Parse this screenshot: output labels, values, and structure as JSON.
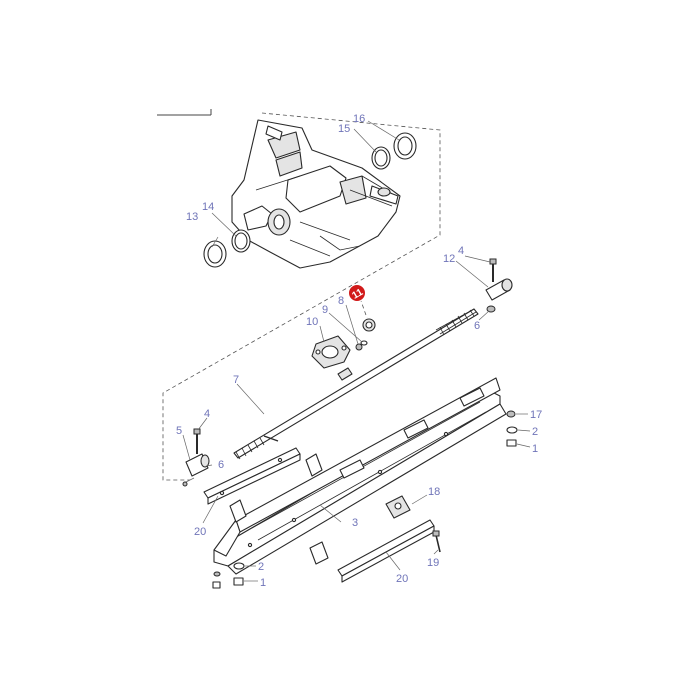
{
  "diagram": {
    "highlight_color": "#d11a1a",
    "label_color": "#6f74b8",
    "highlighted_part": "11",
    "callouts": {
      "c1a": "1",
      "c1b": "1",
      "c2a": "2",
      "c2b": "2",
      "c3": "3",
      "c4a": "4",
      "c4b": "4",
      "c5": "5",
      "c6a": "6",
      "c6b": "6",
      "c7": "7",
      "c8": "8",
      "c9": "9",
      "c10": "10",
      "c11": "11",
      "c12": "12",
      "c13": "13",
      "c14": "14",
      "c15": "15",
      "c16": "16",
      "c17": "17",
      "c18": "18",
      "c19": "19",
      "c20a": "20",
      "c20b": "20"
    }
  }
}
